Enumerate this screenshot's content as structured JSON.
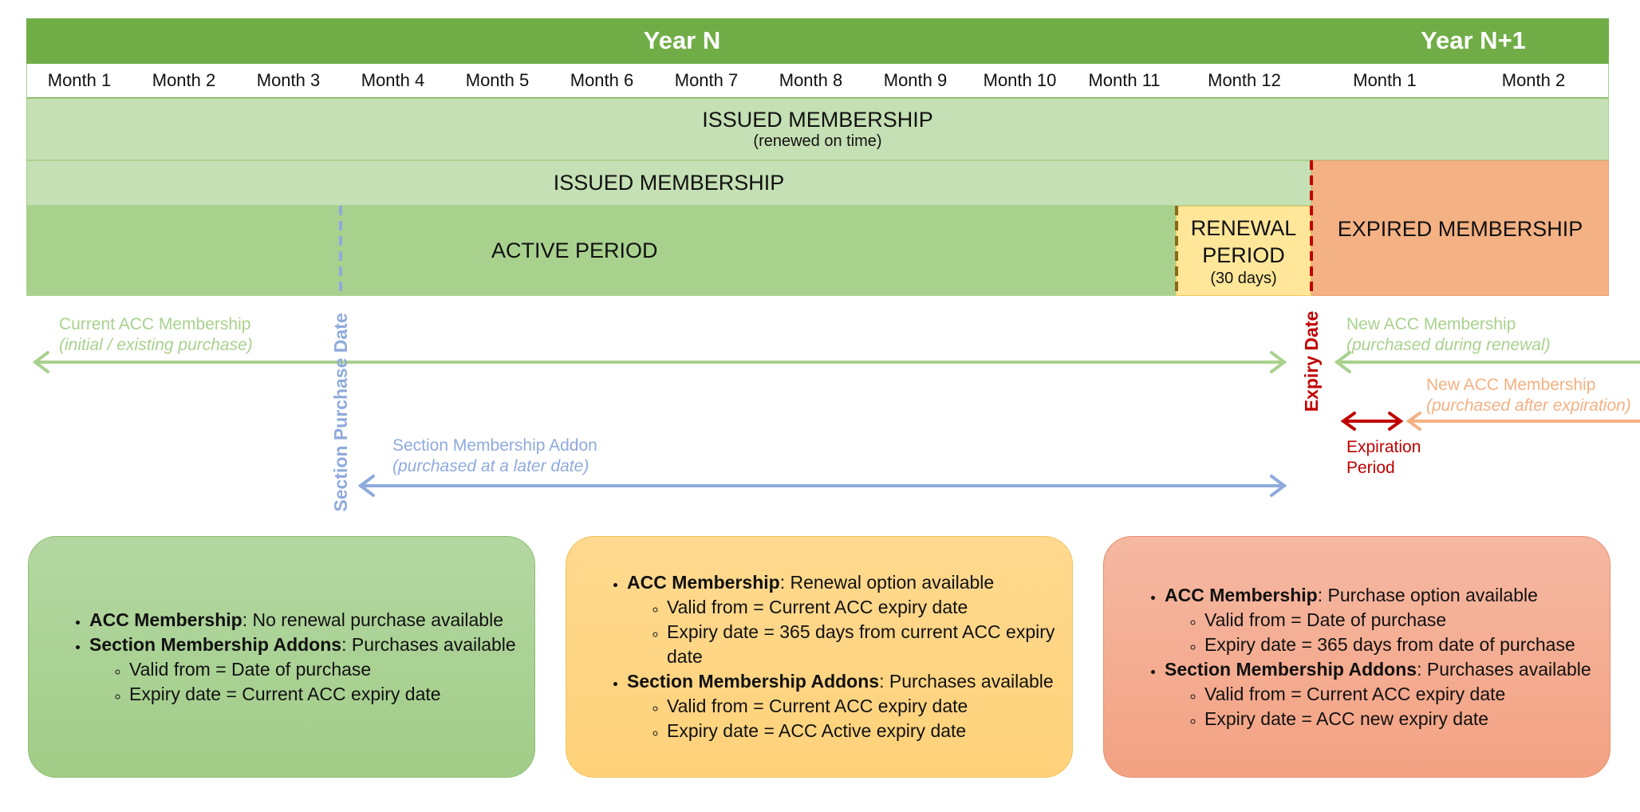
{
  "header": {
    "year_n": "Year N",
    "year_n1": "Year N+1",
    "months": [
      "Month 1",
      "Month 2",
      "Month 3",
      "Month 4",
      "Month 5",
      "Month 6",
      "Month 7",
      "Month 8",
      "Month 9",
      "Month 10",
      "Month 11",
      "Month 12",
      "Month 1",
      "Month 2"
    ]
  },
  "bands": {
    "issued_ontime_title": "ISSUED MEMBERSHIP",
    "issued_ontime_sub": "(renewed on time)",
    "issued_title": "ISSUED MEMBERSHIP",
    "active": "ACTIVE PERIOD",
    "renewal_l1": "RENEWAL",
    "renewal_l2": "PERIOD",
    "renewal_sub": "(30 days)",
    "expired": "EXPIRED MEMBERSHIP"
  },
  "markers": {
    "section_purchase_date": "Section Purchase Date",
    "expiry_date": "Expiry Date"
  },
  "arrows": {
    "current_acc": "Current ACC Membership",
    "current_acc_sub": "(initial / existing purchase)",
    "new_acc_renewal": "New ACC Membership",
    "new_acc_renewal_sub": "(purchased during renewal)",
    "new_acc_expired": "New ACC Membership",
    "new_acc_expired_sub": "(purchased after expiration)",
    "expiration_period_l1": "Expiration",
    "expiration_period_l2": "Period",
    "section_addon": "Section Membership Addon",
    "section_addon_sub": "(purchased at a later date)"
  },
  "cards": {
    "active": {
      "acc_label": "ACC Membership",
      "acc_text": ": No renewal purchase available",
      "section_label": "Section Membership Addons",
      "section_text": ": Purchases available",
      "section_items": [
        "Valid from = Date of purchase",
        "Expiry date = Current ACC expiry date"
      ]
    },
    "renewal": {
      "acc_label": "ACC Membership",
      "acc_text": ": Renewal option available",
      "acc_items": [
        "Valid from = Current ACC expiry date",
        "Expiry date = 365 days from current ACC expiry date"
      ],
      "section_label": "Section Membership Addons",
      "section_text": ": Purchases available",
      "section_items": [
        "Valid from = Current ACC expiry date",
        "Expiry date = ACC Active expiry date"
      ]
    },
    "expired": {
      "acc_label": "ACC Membership",
      "acc_text": ": Purchase option available",
      "acc_items": [
        "Valid from = Date of purchase",
        "Expiry date = 365 days from date of purchase"
      ],
      "section_label": "Section Membership Addons",
      "section_text": ": Purchases available",
      "section_items": [
        "Valid from = Current ACC expiry date",
        "Expiry date = ACC new expiry date"
      ]
    }
  },
  "colors": {
    "header_green": "#70ad47",
    "light_green": "#c5e0b4",
    "mid_green": "#a9d18e",
    "renewal_yellow": "#ffe699",
    "expired_orange": "#f4b183",
    "section_blue": "#8faadc",
    "expiry_red": "#c00000",
    "expired_arrow_orange": "#f4b183"
  }
}
